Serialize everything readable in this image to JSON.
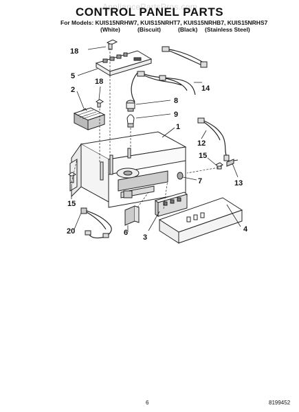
{
  "header": {
    "watermark": "AppliancePartsPros.com",
    "title": "CONTROL PANEL PARTS",
    "models_line": "For Models: KUIS15NRHW7, KUIS15NRHT7, KUIS15NRHB7, KUIS15NRHS7",
    "colors": [
      "(White)",
      "(Biscuit)",
      "(Black)",
      "(Stainless Steel)"
    ]
  },
  "callouts": {
    "c18a": "18",
    "c5": "5",
    "c18b": "18",
    "c2": "2",
    "c8": "8",
    "c9": "9",
    "c14": "14",
    "c1": "1",
    "c12": "12",
    "c15a": "15",
    "c13": "13",
    "c7": "7",
    "c15b": "15",
    "c20": "20",
    "c6": "6",
    "c3": "3",
    "c4": "4"
  },
  "footer": {
    "page_number": "6",
    "doc_number": "8199452"
  }
}
